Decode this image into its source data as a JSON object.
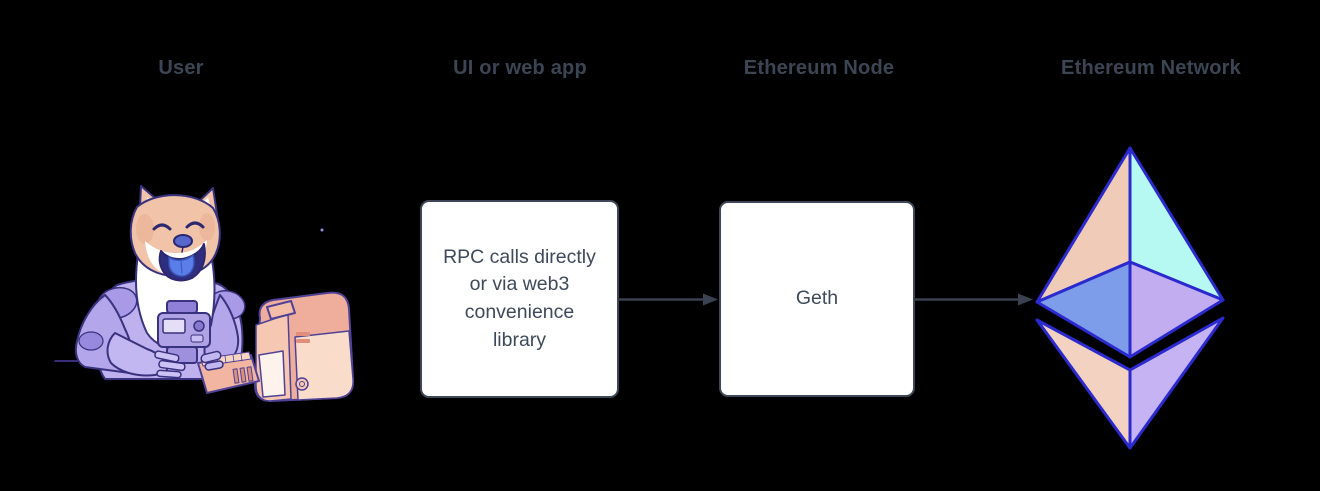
{
  "page": {
    "background_color": "#000000",
    "label_color": "#3b4554"
  },
  "columns": {
    "user": {
      "label": "User"
    },
    "ui": {
      "label": "UI or web app"
    },
    "node": {
      "label": "Ethereum Node"
    },
    "network": {
      "label": "Ethereum Network"
    }
  },
  "boxes": {
    "ui": {
      "text": "RPC calls directly or via web3 convenience library",
      "text_lines": [
        "RPC calls directly",
        "or via web3",
        "convenience",
        "library"
      ],
      "fill": "#ffffff",
      "border_color": "#3d4755",
      "text_color": "#3e4a5a"
    },
    "node": {
      "text": "Geth",
      "fill": "#ffffff",
      "border_color": "#3d4755",
      "text_color": "#3e4a5a"
    }
  },
  "arrows": {
    "color": "#3a4150",
    "list": [
      {
        "from": "ui-web-app-box",
        "to": "ethereum-node-box"
      },
      {
        "from": "ethereum-node-box",
        "to": "ethereum-logo"
      }
    ]
  },
  "ethereum_logo": {
    "edge_color": "#2a2ace",
    "faces": {
      "upper_left": "#f0ccb8",
      "upper_right": "#b6f8f2",
      "lower_left": "#7d9ce9",
      "lower_right": "#c2adf1",
      "base_left": "#f4d2c1",
      "base_right": "#c6b3f3"
    }
  },
  "illustration": {
    "name": "doge-astronaut-at-computer",
    "palette": {
      "fur": "#f1c4a9",
      "white": "#ffffff",
      "suit": "#beb1ee",
      "suit_shadow": "#a99ae8",
      "tongue": "#5a7de8",
      "outline": "#39327e",
      "computer": "#efae9c",
      "computer_panel": "#f9dcca",
      "keyboard": "#f2b5a2"
    }
  }
}
